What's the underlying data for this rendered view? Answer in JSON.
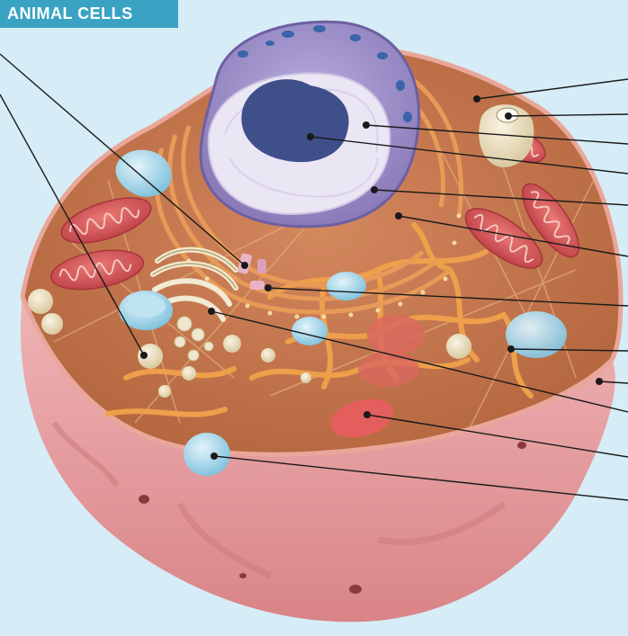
{
  "figure": {
    "title": "ANIMAL CELLS"
  },
  "colors": {
    "background": "#d6ecf6",
    "banner": "#3aa3c4",
    "membrane": "#e7a3a6",
    "cytoplasm": "#c77a52",
    "nucleus": "#a89ad0",
    "nucleolus": "#3f4f8a",
    "mitochondria": "#d9585a",
    "er": "#f2a24e",
    "vacuole": "#a9d8ea",
    "leader": "#1a1a1a"
  },
  "labels": [
    {
      "id": "cytoskeleton",
      "text": ""
    },
    {
      "id": "lysosome",
      "text": ""
    },
    {
      "id": "nuclear-envelope",
      "text": ""
    },
    {
      "id": "nucleolus",
      "text": ""
    },
    {
      "id": "rough-er",
      "text": ""
    },
    {
      "id": "ribosome",
      "text": ""
    },
    {
      "id": "centriole",
      "text": ""
    },
    {
      "id": "smooth-er",
      "text": ""
    },
    {
      "id": "cell-membrane",
      "text": ""
    },
    {
      "id": "golgi-apparatus",
      "text": ""
    },
    {
      "id": "mitochondrion",
      "text": ""
    },
    {
      "id": "vesicle",
      "text": ""
    },
    {
      "id": "left-centrosome",
      "text": ""
    },
    {
      "id": "left-peroxisome",
      "text": ""
    }
  ]
}
